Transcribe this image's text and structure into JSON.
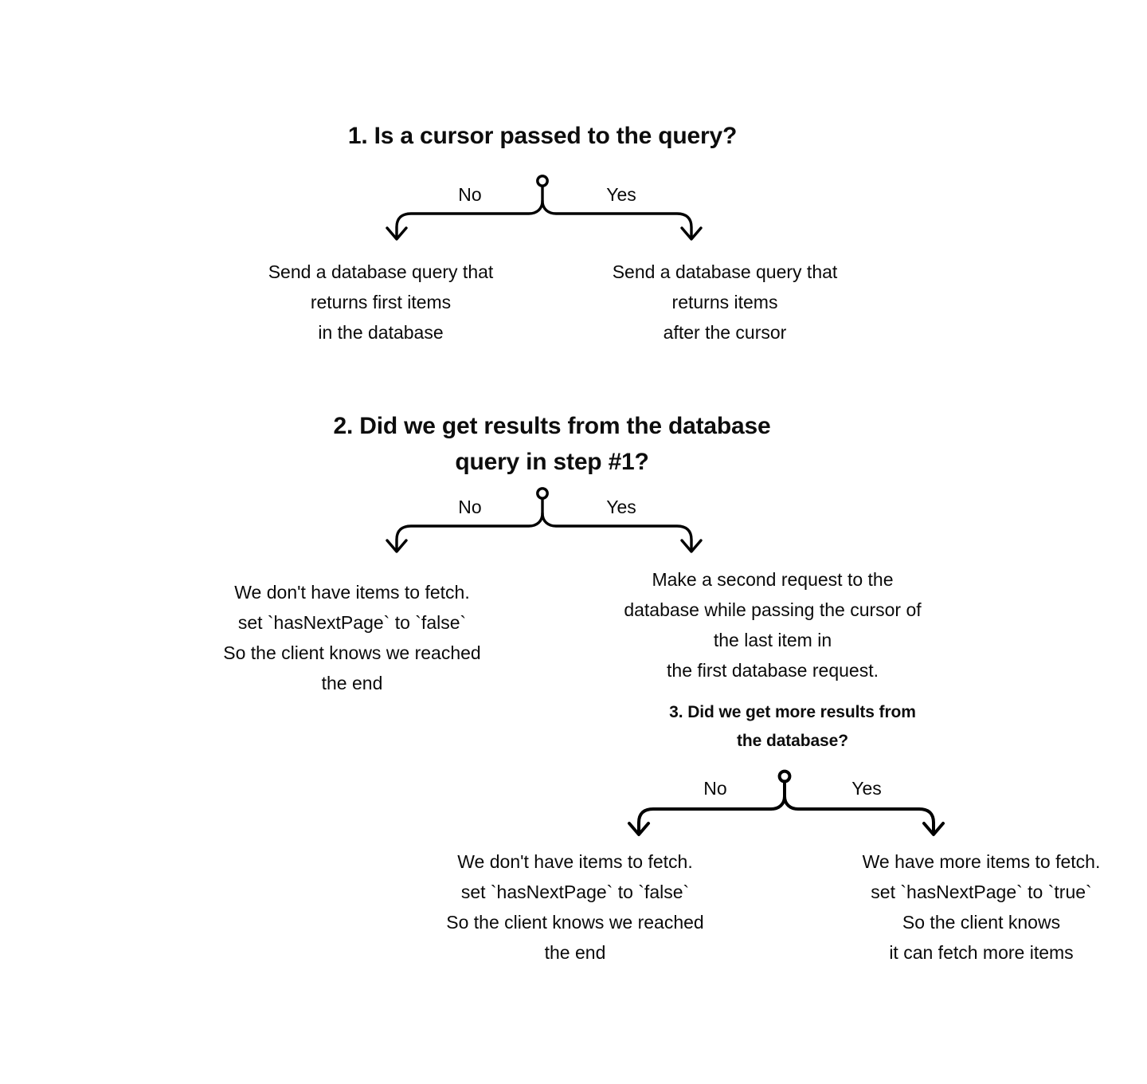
{
  "diagram": {
    "title_semantic": "cursor-pagination-decision-flow",
    "stroke_color": "#000000",
    "background_color": "#ffffff",
    "text_color": "#0a0a0a"
  },
  "steps": [
    {
      "id": "step1",
      "heading": "1. Is a cursor passed to the query?",
      "branch_left_label": "No",
      "branch_right_label": "Yes",
      "outcome_left": "Send a database query that\nreturns first items\nin the database",
      "outcome_right": "Send a database query that\nreturns items\nafter the cursor"
    },
    {
      "id": "step2",
      "heading": "2. Did we get results from the database\nquery in step #1?",
      "branch_left_label": "No",
      "branch_right_label": "Yes",
      "outcome_left": "We don't have items to fetch.\nset `hasNextPage` to `false`\nSo the client knows we reached\nthe end",
      "outcome_right": "Make a second request to the\ndatabase while passing the cursor of\nthe last item in\nthe first database request."
    },
    {
      "id": "step3",
      "heading": "3. Did we get more results from\nthe database?",
      "branch_left_label": "No",
      "branch_right_label": "Yes",
      "outcome_left": "We don't have items to fetch.\nset `hasNextPage` to `false`\nSo the client knows we reached\nthe end",
      "outcome_right": "We have more items to fetch.\nset `hasNextPage` to `true`\nSo the client knows\nit can fetch more items"
    }
  ]
}
